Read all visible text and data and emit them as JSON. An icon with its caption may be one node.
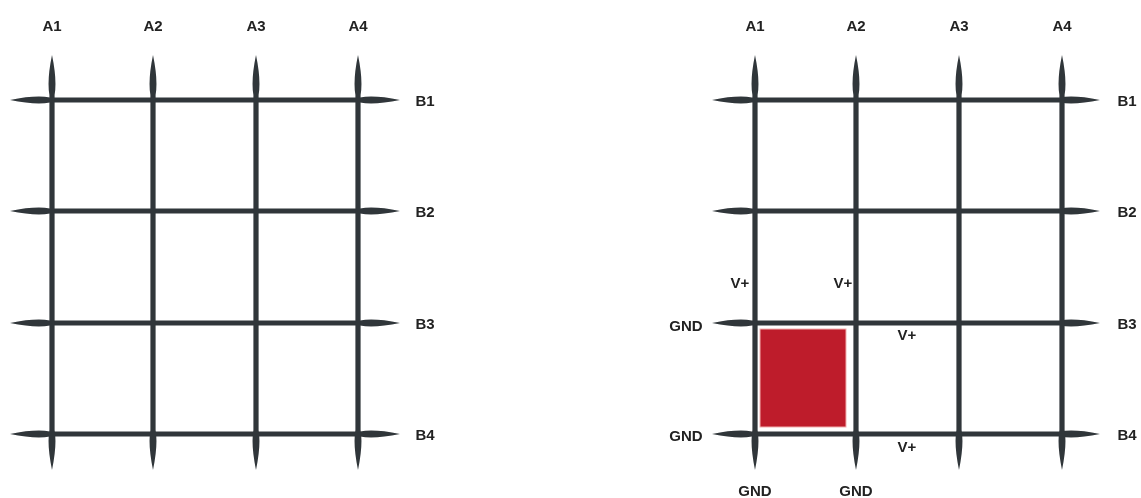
{
  "diagram": {
    "labels": [
      "A1",
      "A2",
      "A3",
      "A4",
      "B1",
      "B2",
      "B3",
      "B4",
      "A1",
      "A2",
      "A3",
      "A4",
      "B1",
      "B2",
      "V+",
      "V+",
      "GND",
      "V+",
      "B3",
      "GND",
      "V+",
      "B4",
      "GND",
      "GND"
    ]
  }
}
